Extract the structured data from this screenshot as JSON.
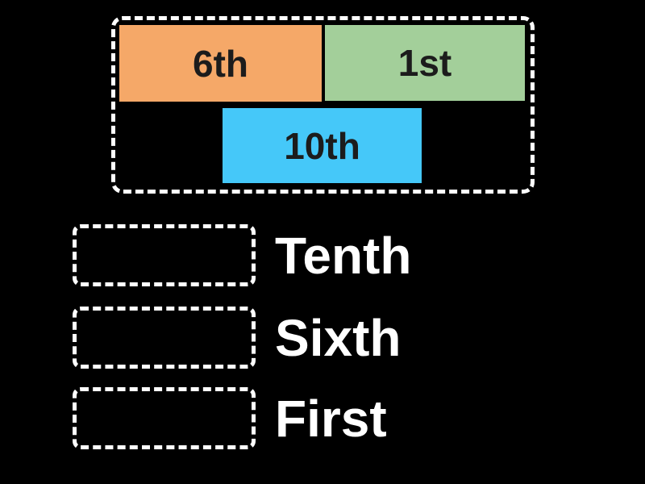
{
  "activity": {
    "type": "match-up",
    "background_color": "#000000",
    "dash_border_color": "#ffffff",
    "tile_text_color": "#1c1c1c",
    "label_text_color": "#ffffff",
    "pool": {
      "tiles": [
        {
          "label": "6th",
          "color": "#f5a868"
        },
        {
          "label": "1st",
          "color": "#a3cf9a"
        },
        {
          "label": "10th",
          "color": "#45c8f9"
        }
      ]
    },
    "questions": [
      {
        "label": "Tenth"
      },
      {
        "label": "Sixth"
      },
      {
        "label": "First"
      }
    ]
  }
}
